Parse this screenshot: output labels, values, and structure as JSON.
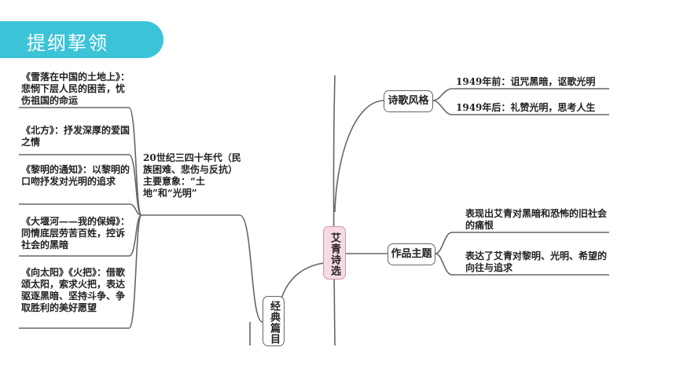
{
  "header": {
    "title": "提纲挈领"
  },
  "center": {
    "label": "艾青诗选"
  },
  "branches": {
    "style": {
      "label": "诗歌风格",
      "items": [
        "1949年前：诅咒黑暗，讴歌光明",
        "1949年后：礼赞光明，思考人生"
      ]
    },
    "theme": {
      "label": "作品主题",
      "items": [
        "表现出艾青对黑暗和恐怖的旧社会的痛恨",
        "表达了艾青对黎明、光明、希望的向往与追求"
      ]
    },
    "classics": {
      "label": "经典篇目",
      "summary": "20世纪三四十年代（民族困难、悲伤与反抗）主要意象：“土地”和“光明”",
      "poems": [
        "《雪落在中国的土地上》：悲悯下层人民的困苦，忧伤祖国的命运",
        "《北方》：抒发深厚的爱国之情",
        "《黎明的通知》：以黎明的口吻抒发对光明的追求",
        "《大堰河——我的保姆》：同情底层劳苦百姓，控诉社会的黑暗",
        "《向太阳》《火把》：借歌颂太阳，索求火把，表达驱逐黑暗、坚持斗争、争取胜利的美好愿望"
      ]
    }
  },
  "colors": {
    "header": "#3cc3d8",
    "center_fill": "#f6d9e4",
    "line": "#666666"
  }
}
